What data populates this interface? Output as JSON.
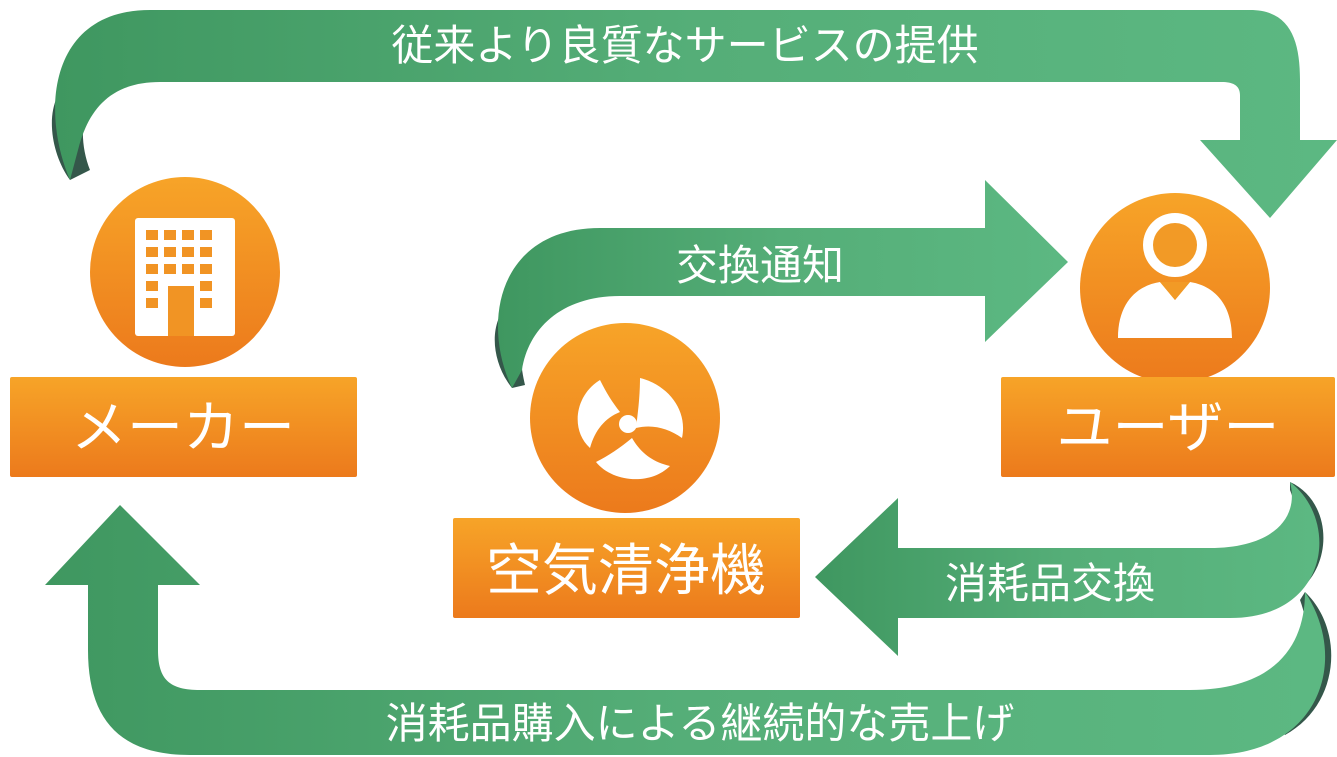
{
  "nodes": {
    "maker": {
      "label": "メーカー",
      "icon": "building-icon"
    },
    "purifier": {
      "label": "空気清浄機",
      "icon": "fan-icon"
    },
    "user": {
      "label": "ユーザー",
      "icon": "user-icon"
    }
  },
  "arrows": {
    "service": {
      "label": "従来より良質なサービスの提供"
    },
    "notify": {
      "label": "交換通知"
    },
    "exchange": {
      "label": "消耗品交換"
    },
    "sales": {
      "label": "消耗品購入による継続的な売上げ"
    }
  },
  "colors": {
    "arrow_green": "#57b07a",
    "arrow_green_dark": "#3f9760",
    "arrow_shadow": "#34574a",
    "orange_top": "#f7a428",
    "orange_bottom": "#ec7a1c",
    "icon_white": "#ffffff"
  }
}
